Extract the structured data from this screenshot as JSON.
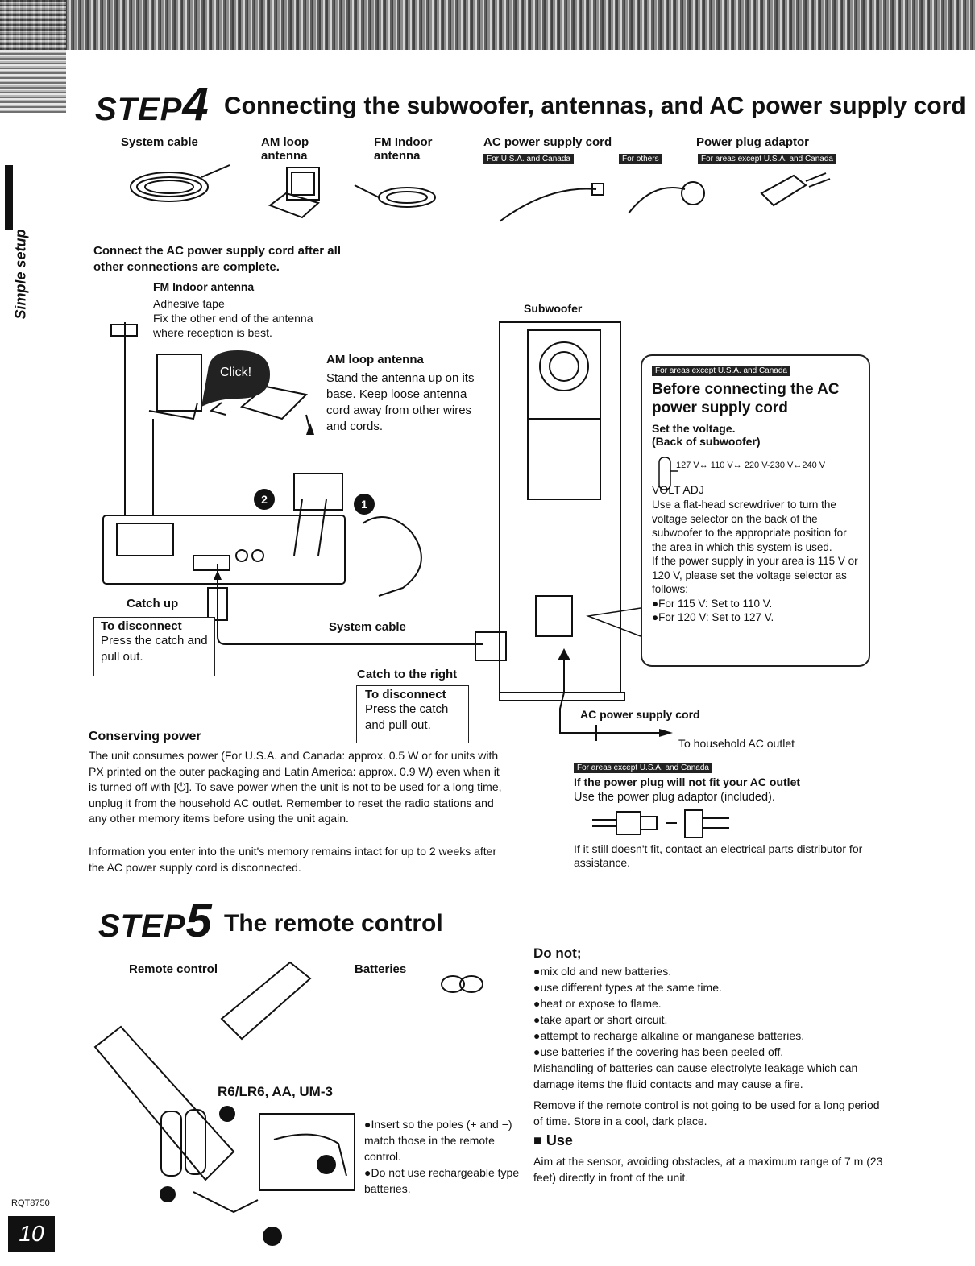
{
  "side": {
    "label": "Simple setup"
  },
  "step4": {
    "word": "STEP",
    "num": "4",
    "title": "Connecting the subwoofer, antennas, and AC power supply cord",
    "items": {
      "system_cable": "System cable",
      "am_loop": "AM loop",
      "am_loop2": "antenna",
      "fm_indoor": "FM Indoor",
      "fm_indoor2": "antenna",
      "ac_cord": "AC power supply cord",
      "plug_adaptor": "Power plug adaptor",
      "tag_usa": "For U.S.A. and Canada",
      "tag_others": "For others",
      "tag_except": "For areas except U.S.A. and Canada"
    },
    "connect_note": "Connect the AC power supply cord after all other connections are complete.",
    "fm_head": "FM Indoor antenna",
    "fm_text1": "Adhesive tape",
    "fm_text2": "Fix the other end of the antenna",
    "fm_text3": "where reception is best.",
    "subwoofer": "Subwoofer",
    "click": "Click!",
    "am_head": "AM loop antenna",
    "am_text": "Stand the antenna up on its base. Keep loose antenna cord away from other wires and cords.",
    "catch_up": "Catch up",
    "disc1_head": "To disconnect",
    "disc1_text": "Press the catch and pull out.",
    "system_cable_lbl": "System cable",
    "catch_right": "Catch to the right",
    "disc2_head": "To disconnect",
    "disc2_text": "Press the catch and pull out.",
    "ac_cord_lbl": "AC power supply cord",
    "household": "To household AC outlet",
    "volt_box": {
      "tag": "For areas except U.S.A. and Canada",
      "head": "Before connecting the AC power supply cord",
      "sub1": "Set the voltage.",
      "sub2": "(Back of subwoofer)",
      "scale": "127 V↔ 110 V↔ 220 V-230 V↔240 V",
      "volt_adj": "VOLT ADJ",
      "body": "Use a flat-head screwdriver to turn the voltage selector on the back of the subwoofer to the appropriate position for the area in which this system is used.",
      "body2": "If the power supply in your area is 115 V or 120 V, please set the voltage selector as follows:",
      "b1": "●For 115 V: Set to 110 V.",
      "b2": "●For 120 V: Set to 127 V."
    },
    "plug": {
      "tag": "For areas except U.S.A. and Canada",
      "head": "If the power plug will not fit your AC outlet",
      "text": "Use the power plug adaptor (included).",
      "text2": "If it still doesn't fit, contact an electrical parts distributor for assistance."
    },
    "cons_head": "Conserving power",
    "cons_text": "The unit consumes power (For U.S.A. and Canada: approx. 0.5 W or for units with PX printed on the outer packaging and Latin America: approx. 0.9 W) even when it is turned off with [⏻]. To save power when the unit is not to be used for a long time, unplug it from the household AC outlet. Remember to reset the radio stations and any other memory items before using the unit again.",
    "cons_text2": "Information you enter into the unit's memory remains intact for up to 2 weeks after the AC power supply cord is disconnected."
  },
  "step5": {
    "word": "STEP",
    "num": "5",
    "title": "The remote control",
    "remote": "Remote control",
    "batteries": "Batteries",
    "battery_type": "R6/LR6, AA, UM-3",
    "ins1": "●Insert so the poles (+ and −) match those in the remote control.",
    "ins2": "●Do not use rechargeable type batteries.",
    "donot_head": "Do not;",
    "donot": [
      "●mix old and new batteries.",
      "●use different types at the same time.",
      "●heat or expose to flame.",
      "●take apart or short circuit.",
      "●attempt to recharge alkaline or manganese batteries.",
      "●use batteries if the covering has been peeled off."
    ],
    "mis": "Mishandling of batteries can cause electrolyte leakage which can damage items the fluid contacts and may cause a fire.",
    "remove": "Remove if the remote control is not going to be used for a long period of time. Store in a cool, dark place.",
    "use_head": "■ Use",
    "use_text": "Aim at the sensor, avoiding obstacles, at a maximum range of 7 m (23 feet) directly in front of the unit."
  },
  "footer": {
    "code": "RQT8750",
    "page": "10"
  }
}
